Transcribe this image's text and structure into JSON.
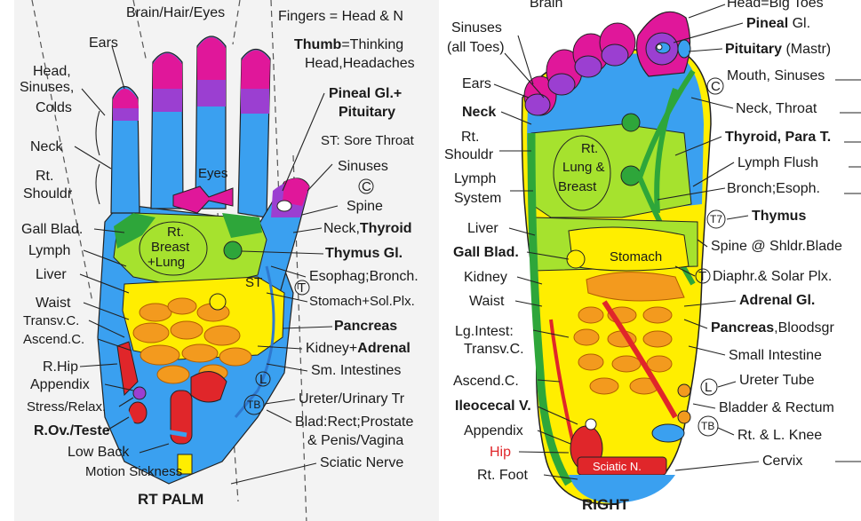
{
  "colors": {
    "magenta": "#e0179a",
    "purple": "#9b3fd1",
    "blue": "#3aa0f0",
    "lime": "#a6e22e",
    "green": "#2ea63a",
    "yellow": "#ffee00",
    "orange": "#f39a1e",
    "red": "#e0262a",
    "paper": "#f3f3f3"
  },
  "palm": {
    "caption": "RT PALM",
    "labels": {
      "brain_hair_eyes": "Brain/Hair/Eyes",
      "fingers_head": "Fingers = Head & N",
      "ears": "Ears",
      "head_sinuses_colds": [
        "Head,",
        "Sinuses,",
        "Colds"
      ],
      "neck": "Neck",
      "rt_shouldr": [
        "Rt.",
        "Shouldr"
      ],
      "gall_blad": "Gall Blad.",
      "lymph": "Lymph",
      "liver": "Liver",
      "waist": "Waist",
      "transv_c": "Transv.C.",
      "ascend_c": "Ascend.C.",
      "r_hip": "R.Hip",
      "appendix": "Appendix",
      "stress_relax": "Stress/Relax.",
      "r_ov_teste": "R.Ov./Teste",
      "low_back": "Low Back",
      "motion_sickness": "Motion Sickness",
      "thumb_bold": "Thumb",
      "thumb_rest": "=Thinking",
      "head_headaches": "Head,Headaches",
      "pineal_pituitary": [
        "Pineal Gl.+",
        "Pituitary"
      ],
      "st_sore_throat": "ST: Sore Throat",
      "sinuses": "Sinuses",
      "c_mark": "C",
      "spine": "Spine",
      "neck_thyroid_a": "Neck,",
      "neck_thyroid_b": "Thyroid",
      "thymus_gl": "Thymus Gl.",
      "esophag_bronch": "Esophag;Bronch.",
      "t_mark": "T",
      "stomach_sol_plx": "Stomach+Sol.Plx.",
      "pancreas": "Pancreas",
      "kidney_a": "Kidney+",
      "kidney_b": "Adrenal",
      "sm_intestines": "Sm. Intestines",
      "l_mark": "L",
      "ureter": "Ureter/Urinary Tr",
      "tb_mark": "TB",
      "blad_rect": "Blad:Rect;Prostate",
      "penis_vagina": "& Penis/Vagina",
      "sciatic_nerve": "Sciatic Nerve",
      "eyes": "Eyes",
      "rt_breast_lung": [
        "Rt.",
        "Breast",
        "+Lung"
      ],
      "st": "ST"
    }
  },
  "foot": {
    "caption": "RIGHT",
    "labels": {
      "brain": "Brain",
      "sinuses_all_toes": [
        "Sinuses",
        "(all Toes)"
      ],
      "ears": "Ears",
      "neck": "Neck",
      "rt_shouldr": [
        "Rt.",
        "Shouldr"
      ],
      "lymph_system": [
        "Lymph",
        "System"
      ],
      "liver": "Liver",
      "gall_blad": "Gall Blad.",
      "kidney": "Kidney",
      "waist": "Waist",
      "lg_intest": [
        "Lg.Intest:",
        "Transv.C."
      ],
      "ascend_c": "Ascend.C.",
      "ileocecal": "Ileocecal V.",
      "appendix": "Appendix",
      "hip": "Hip",
      "rt_foot": "Rt. Foot",
      "head_big_toes": "Head=Big Toes",
      "pineal_bold": "Pineal",
      "pineal_rest": " Gl.",
      "pituitary_bold": "Pituitary",
      "pituitary_rest": " (Mastr)",
      "c_mark": "C",
      "mouth_sinuses": "Mouth, Sinuses",
      "neck_throat": "Neck, Throat",
      "thyroid_para": "Thyroid, Para T.",
      "lymph_flush": "Lymph Flush",
      "bronch_esoph": "Bronch;Esoph.",
      "t7_mark": "T7",
      "thymus": "Thymus",
      "spine_shldr": "Spine @ Shldr.Blade",
      "t_mark": "T",
      "diaphr_solar": "Diaphr.& Solar Plx.",
      "adrenal_gl": "Adrenal Gl.",
      "pancreas_bold": "Pancreas",
      "pancreas_rest": ",Bloodsgr",
      "small_intestine": "Small Intestine",
      "l_mark": "L",
      "ureter_tube": "Ureter Tube",
      "bladder_rectum": "Bladder & Rectum",
      "tb_mark": "TB",
      "rt_l_knee": "Rt. & L. Knee",
      "cervix": "Cervix",
      "rt_lung_breast": [
        "Rt.",
        "Lung &",
        "Breast"
      ],
      "stomach": "Stomach",
      "sciatic_n": "Sciatic N."
    }
  }
}
